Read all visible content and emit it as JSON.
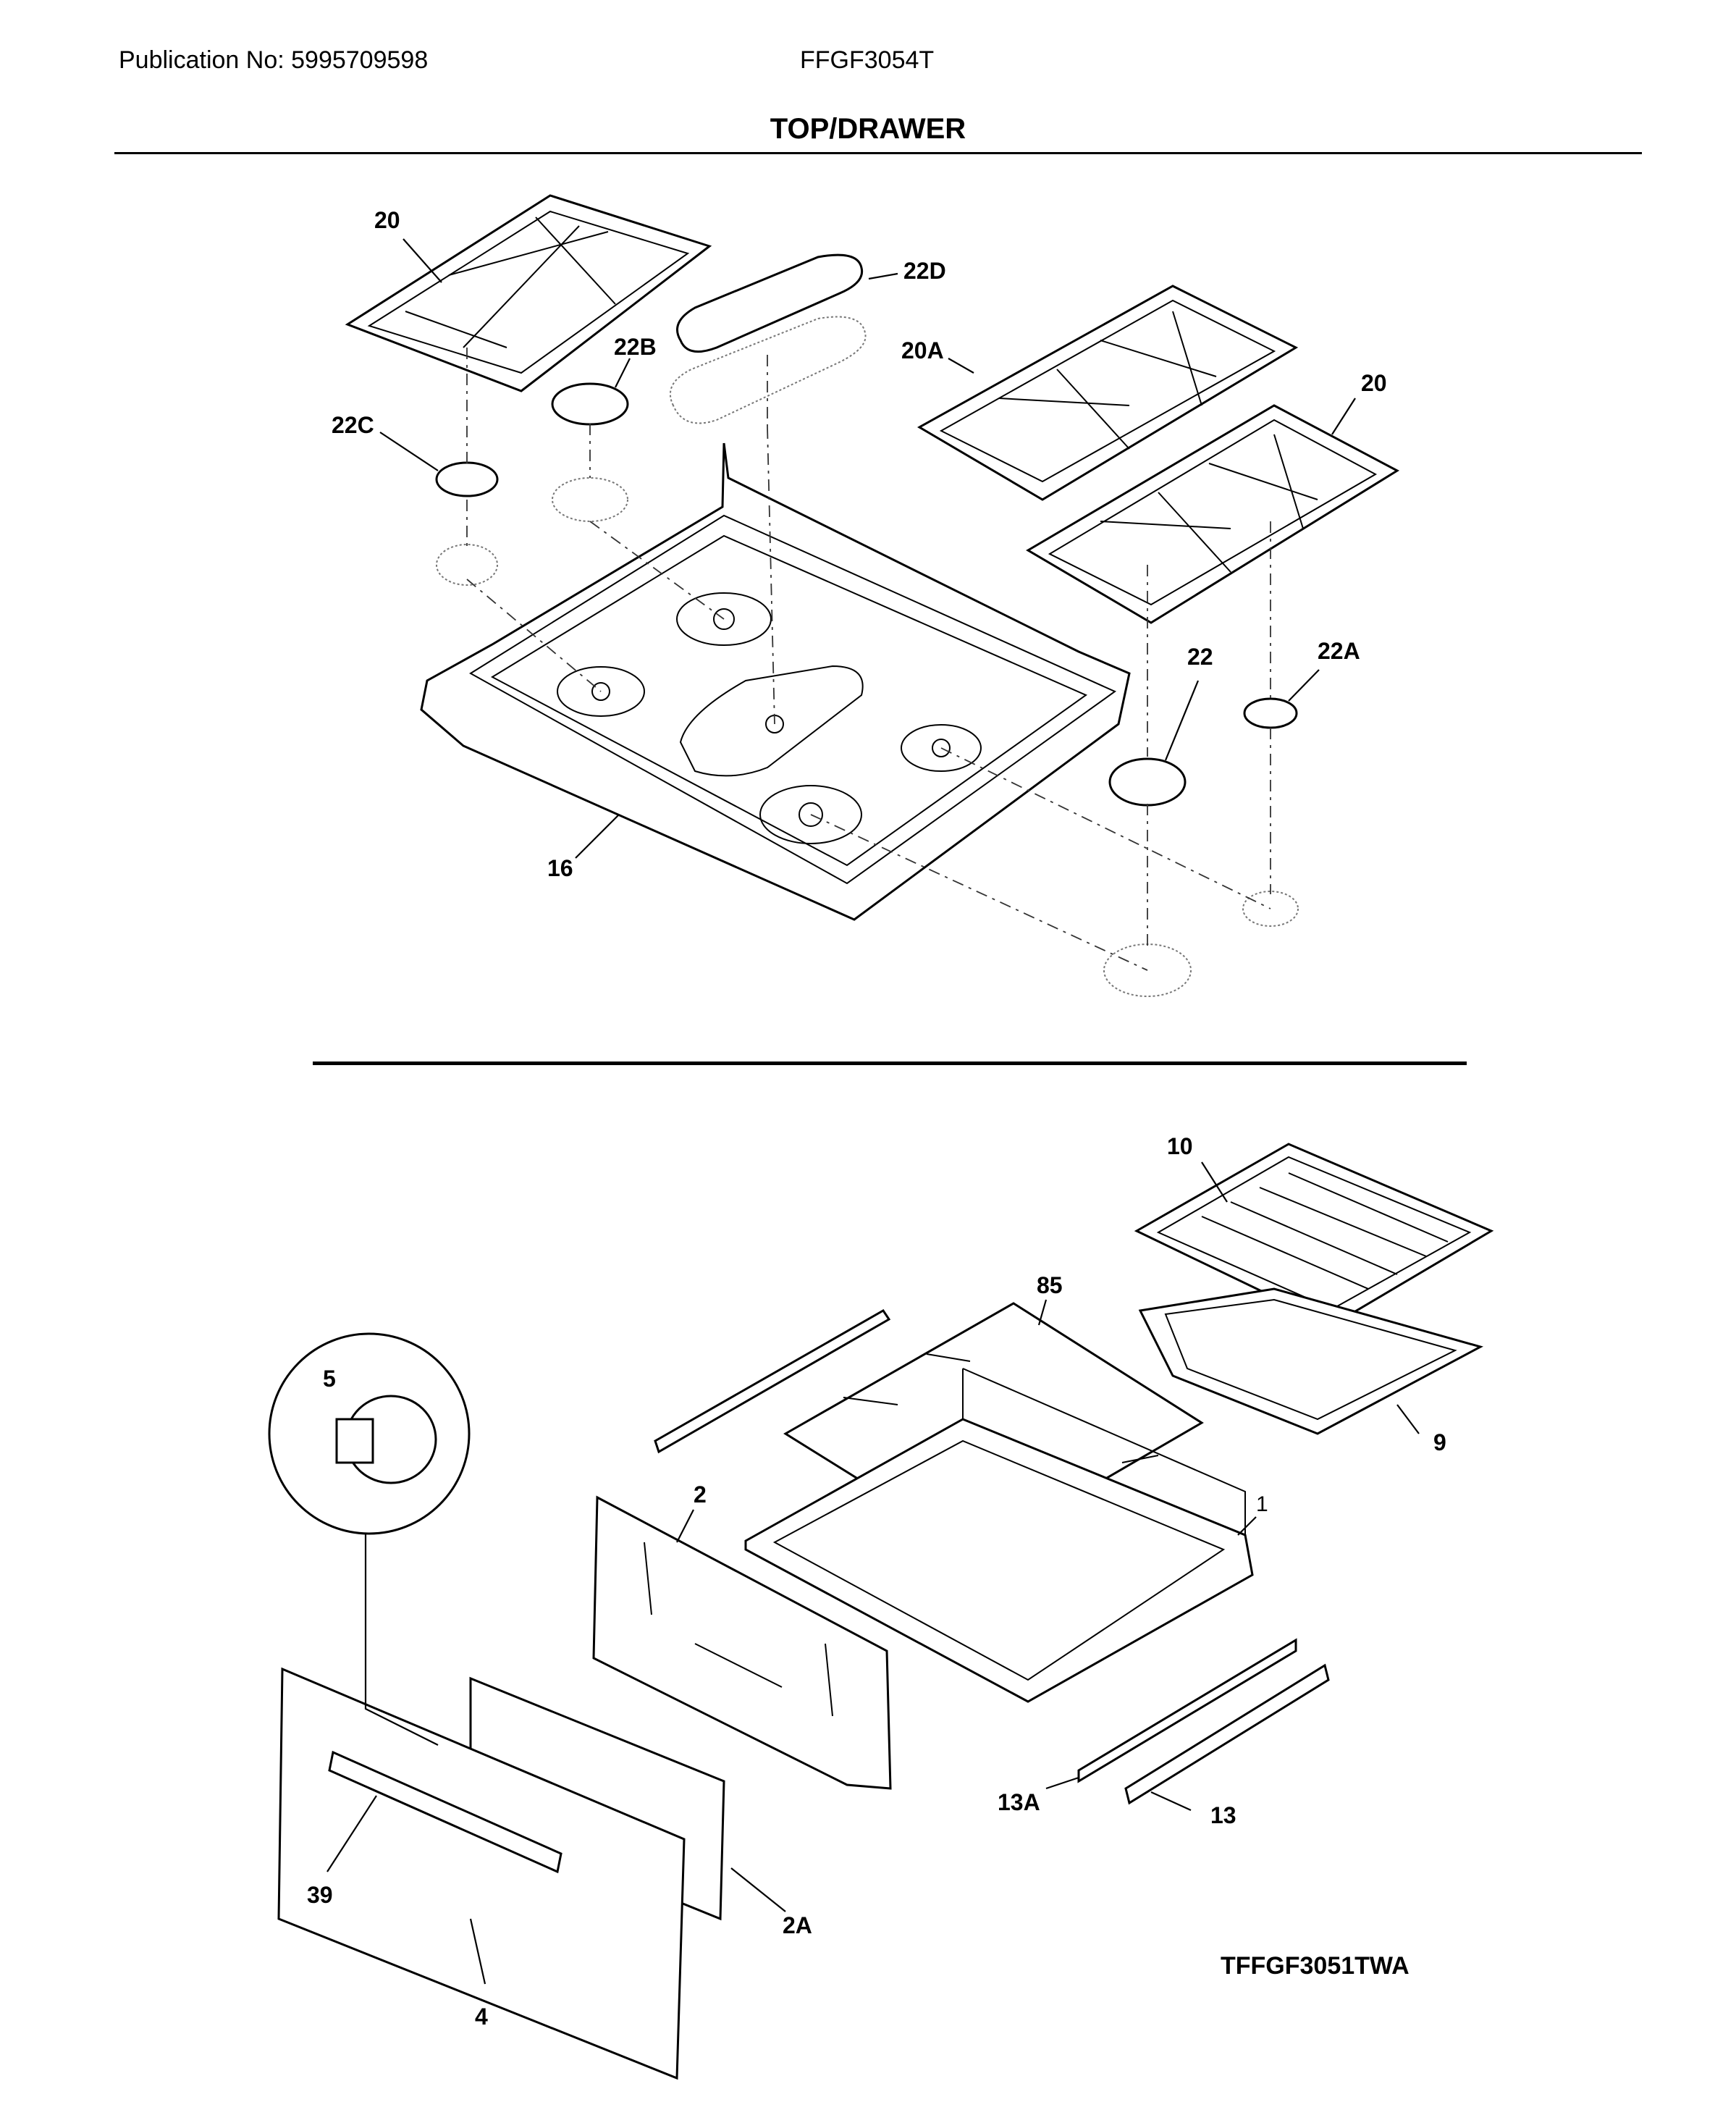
{
  "header": {
    "publication": "Publication No: 5995709598",
    "model": "FFGF3054T",
    "title": "TOP/DRAWER"
  },
  "callouts": {
    "grate_left": "20",
    "grate_right": "20",
    "grate_center": "20A",
    "cap_griddle": "22D",
    "cap_b": "22B",
    "cap_c": "22C",
    "cap_main": "22",
    "cap_a": "22A",
    "cooktop": "16",
    "broiler_grid": "10",
    "broiler_pan": "9",
    "rack": "85",
    "bumper": "5",
    "drawer_front_panel": "2",
    "drawer_body": "1",
    "drawer_back": "2A",
    "handle": "39",
    "drawer_front": "4",
    "slide_a": "13A",
    "slide": "13"
  },
  "figure_id": "TFFGF3051TWA"
}
